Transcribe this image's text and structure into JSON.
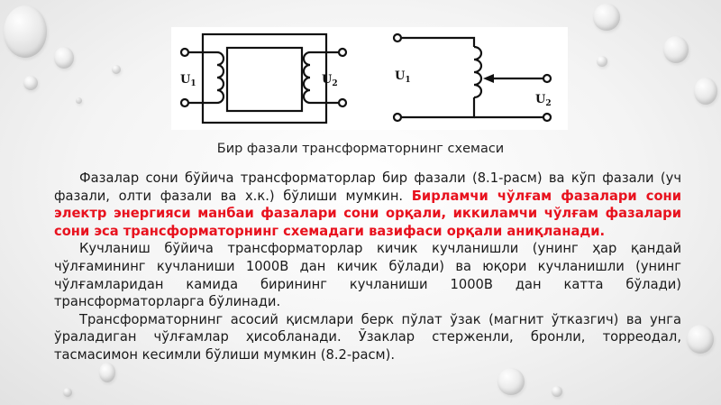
{
  "diagram": {
    "left": {
      "u1": "U",
      "u1_sub": "1",
      "u2": "U",
      "u2_sub": "2"
    },
    "right": {
      "u1": "U",
      "u1_sub": "1",
      "u2": "U",
      "u2_sub": "2"
    }
  },
  "caption": "Бир фазали трансформаторнинг схемаси",
  "paragraphs": {
    "p1_normal": "Фазалар сони бўйича трансформаторлар бир фазали (8.1-расм) ва кўп фазали (уч фазали, олти фазали ва х.к.) бўлиши мумкин. ",
    "p1_red": "Бирламчи чўлғам фазалари сони электр энергияси манбаи фазалари сони орқали, иккиламчи чўлғам фазалари сони эса трансформаторнинг схемадаги вазифаси орқали аниқланади.",
    "p2": "Кучланиш бўйича трансформаторлар кичик кучланишли (унинг ҳар қандай чўлғамининг кучланиши 1000В дан кичик бўлади) ва юқори кучланишли (унинг чўлғамларидан камида бирининг кучланиши 1000В дан катта бўлади) трансформаторларга бўлинади.",
    "p3": "Трансформаторнинг асосий қисмлари берк пўлат ўзак (магнит ўтказгич) ва унга ўраладиган чўлғамлар ҳисобланади. Ўзаклар стерженли, бронли, торреодал, тасмасимон кесимли бўлиши мумкин (8.2-расм)."
  }
}
